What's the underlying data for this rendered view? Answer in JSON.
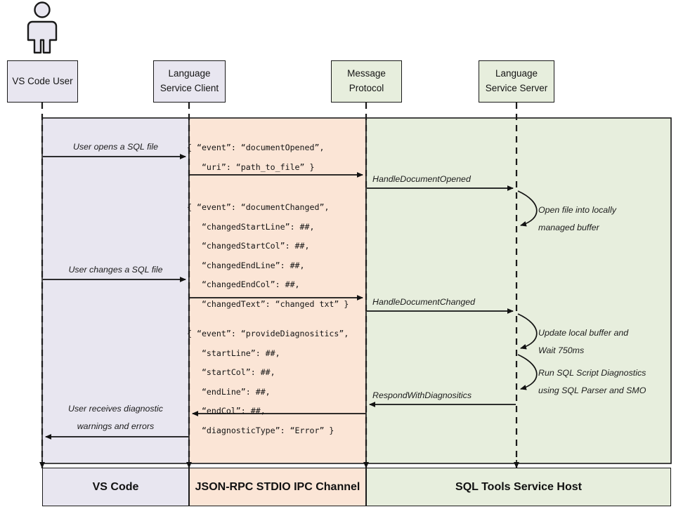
{
  "diagram": {
    "title": "SQL Tools Service language protocol sequence",
    "colors": {
      "vscode_band": "#e8e6f0",
      "ipc_band": "#fbe5d6",
      "service_band": "#e7eedd",
      "stroke": "#1a1a1a"
    }
  },
  "actor": {
    "name": "vs-code-user-actor"
  },
  "lifelines": [
    {
      "id": "vs-code-user",
      "line1": "VS Code User",
      "line2": "",
      "fill": "lav"
    },
    {
      "id": "language-service-client",
      "line1": "Language",
      "line2": "Service Client",
      "fill": "lav"
    },
    {
      "id": "message-protocol",
      "line1": "Message",
      "line2": "Protocol",
      "fill": "grn"
    },
    {
      "id": "language-service-server",
      "line1": "Language",
      "line2": "Service Server",
      "fill": "grn"
    }
  ],
  "messages": [
    {
      "id": "user-opens-sql-file",
      "text": "User opens a SQL file"
    },
    {
      "id": "user-changes-sql-file",
      "text": "User changes a SQL file"
    },
    {
      "id": "user-receives-diagnostics",
      "text": "User receives diagnostic\nwarnings and errors"
    },
    {
      "id": "handle-document-opened",
      "text": "HandleDocumentOpened"
    },
    {
      "id": "handle-document-changed",
      "text": "HandleDocumentChanged"
    },
    {
      "id": "respond-with-diagnostics",
      "text": "RespondWithDiagnositics"
    }
  ],
  "payloads": [
    {
      "id": "document-opened-payload",
      "text": "{ “event”: “documentOpened”,\n   “uri”: “path_to_file” }"
    },
    {
      "id": "document-changed-payload",
      "text": "{ “event”: “documentChanged”,\n   “changedStartLine”: ##,\n   “changedStartCol”: ##,\n   “changedEndLine”: ##,\n   “changedEndCol”: ##,\n   “changedText”: “changed txt” }"
    },
    {
      "id": "provide-diagnostics-payload",
      "text": "{ “event”: “provideDiagnositics”,\n   “startLine”: ##,\n   “startCol”: ##,\n   “endLine”: ##,\n   “endCol”: ##,\n   “diagnosticType”: “Error” }"
    }
  ],
  "notes": [
    {
      "id": "open-file-note",
      "text": "Open file into locally\nmanaged buffer"
    },
    {
      "id": "update-buffer-note",
      "text": "Update local buffer and\nWait 750ms"
    },
    {
      "id": "run-diagnostics-note",
      "text": "Run SQL Script Diagnostics\nusing SQL Parser and SMO"
    }
  ],
  "footer": [
    {
      "id": "footer-vs-code",
      "label": "VS Code",
      "fill": "lav"
    },
    {
      "id": "footer-ipc",
      "label": "JSON-RPC STDIO IPC Channel",
      "fill": "org"
    },
    {
      "id": "footer-service",
      "label": "SQL Tools Service Host",
      "fill": "grn"
    }
  ]
}
